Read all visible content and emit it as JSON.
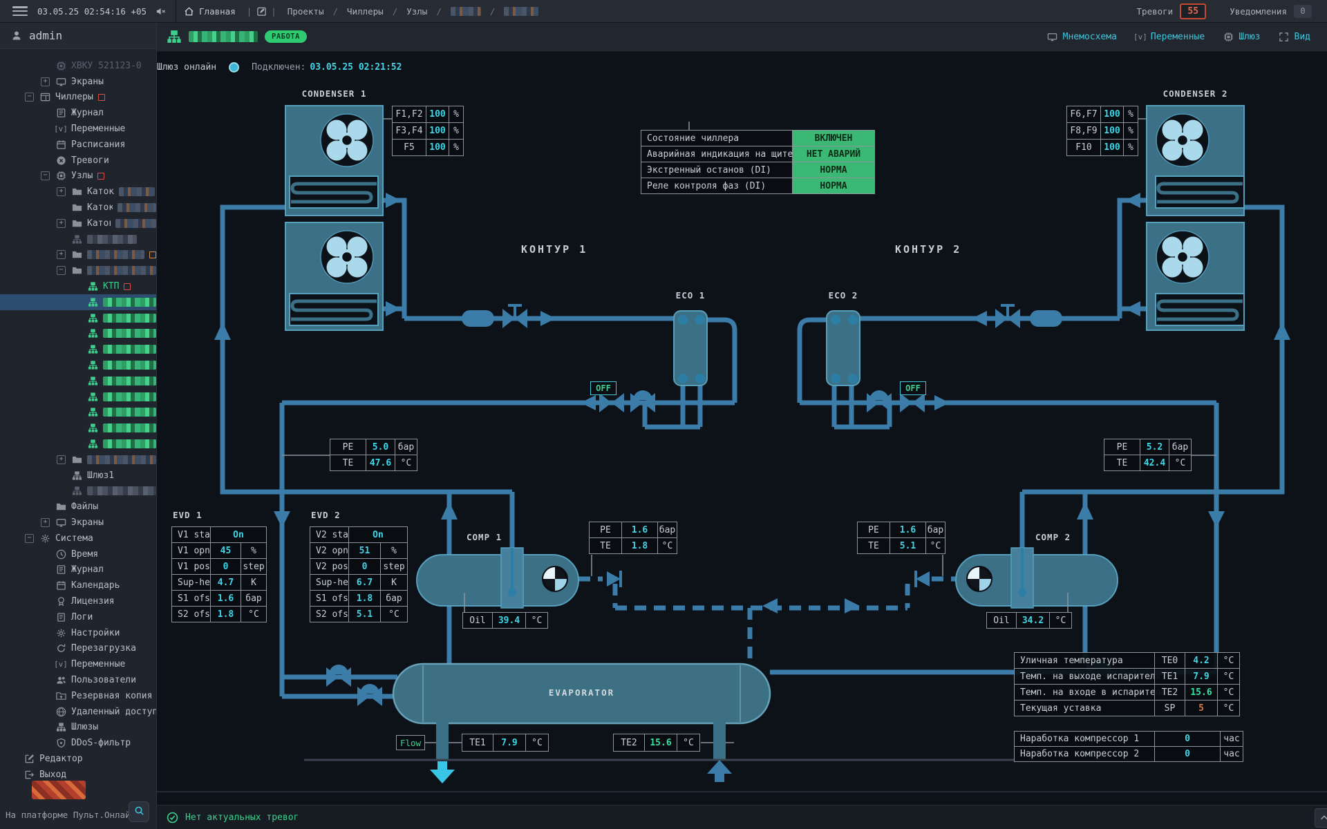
{
  "topbar": {
    "clock": "03.05.25 02:54:16 +05",
    "home": "Главная",
    "sep": "/",
    "breadcrumbs": [
      "Проекты",
      "Чиллеры",
      "Узлы"
    ],
    "redacted_crumbs": 2,
    "alarms_label": "Тревоги",
    "alarms_count": "55",
    "notifications_label": "Уведомления",
    "notifications_count": "0"
  },
  "sidebar": {
    "user": "admin",
    "platform_note": "На платформе Пульт.Онлайн",
    "tree": [
      {
        "l": "ХВКУ 521123-0",
        "i": "chip",
        "d": 2,
        "k": "dim"
      },
      {
        "l": "Экраны",
        "i": "monitor",
        "d": 2,
        "e": "+"
      },
      {
        "l": "Чиллеры",
        "i": "panel",
        "d": 1,
        "e": "-",
        "b": "r"
      },
      {
        "l": "Журнал",
        "i": "journal",
        "d": 2
      },
      {
        "l": "Переменные",
        "i": "vars",
        "d": 2
      },
      {
        "l": "Расписания",
        "i": "calendar",
        "d": 2
      },
      {
        "l": "Тревоги",
        "i": "alarm",
        "d": 2
      },
      {
        "l": "Узлы",
        "i": "chip",
        "d": 2,
        "e": "-",
        "b": "r"
      },
      {
        "l": "Каток",
        "i": "folder",
        "d": 3,
        "e": "+",
        "r": "blue",
        "w": 52
      },
      {
        "l": "Каток",
        "i": "folder",
        "d": 3,
        "r": "blue",
        "w": 60
      },
      {
        "l": "Каток",
        "i": "folder",
        "d": 3,
        "e": "+",
        "r": "blue",
        "w": 68
      },
      {
        "i": "gateway",
        "d": 3,
        "k": "dim",
        "r": "gray",
        "w": 72
      },
      {
        "i": "folder",
        "d": 3,
        "e": "+",
        "r": "blue",
        "w": 96,
        "b": "o"
      },
      {
        "i": "folder",
        "d": 3,
        "e": "-",
        "r": "blue",
        "w": 108
      },
      {
        "l": "КТП",
        "i": "gateway",
        "d": 4,
        "k": "green",
        "b": "r"
      },
      {
        "i": "gateway",
        "d": 4,
        "k": "green",
        "r": "green",
        "w": 88,
        "sel": true
      },
      {
        "i": "gateway",
        "d": 4,
        "k": "green",
        "r": "green",
        "w": 96
      },
      {
        "i": "gateway",
        "d": 4,
        "k": "green",
        "r": "green",
        "w": 84
      },
      {
        "i": "gateway",
        "d": 4,
        "k": "green",
        "r": "green",
        "w": 92
      },
      {
        "i": "gateway",
        "d": 4,
        "k": "green",
        "r": "green",
        "w": 86
      },
      {
        "i": "gateway",
        "d": 4,
        "k": "green",
        "r": "green",
        "w": 95
      },
      {
        "i": "gateway",
        "d": 4,
        "k": "green",
        "r": "green",
        "w": 89
      },
      {
        "i": "gateway",
        "d": 4,
        "k": "green",
        "r": "green",
        "w": 85
      },
      {
        "i": "gateway",
        "d": 4,
        "k": "green",
        "r": "green",
        "w": 97
      },
      {
        "i": "gateway",
        "d": 4,
        "k": "green",
        "r": "green",
        "w": 90
      },
      {
        "i": "folder",
        "d": 3,
        "e": "+",
        "r": "blue",
        "w": 116
      },
      {
        "l": "Шлюз1",
        "i": "gateway",
        "d": 3
      },
      {
        "i": "gateway",
        "d": 3,
        "k": "dim",
        "r": "gray",
        "w": 140
      },
      {
        "l": "Файлы",
        "i": "folder",
        "d": 2
      },
      {
        "l": "Экраны",
        "i": "monitor",
        "d": 2,
        "e": "+"
      },
      {
        "l": "Система",
        "i": "gear",
        "d": 1,
        "e": "-"
      },
      {
        "l": "Время",
        "i": "clock",
        "d": 2
      },
      {
        "l": "Журнал",
        "i": "journal",
        "d": 2
      },
      {
        "l": "Календарь",
        "i": "calendar",
        "d": 2
      },
      {
        "l": "Лицензия",
        "i": "license",
        "d": 2
      },
      {
        "l": "Логи",
        "i": "logs",
        "d": 2
      },
      {
        "l": "Настройки",
        "i": "gear",
        "d": 2
      },
      {
        "l": "Перезагрузка",
        "i": "reload",
        "d": 2
      },
      {
        "l": "Переменные",
        "i": "vars",
        "d": 2
      },
      {
        "l": "Пользователи",
        "i": "users",
        "d": 2
      },
      {
        "l": "Резервная копия",
        "i": "backup",
        "d": 2
      },
      {
        "l": "Удаленный доступ",
        "i": "globe",
        "d": 2
      },
      {
        "l": "Шлюзы",
        "i": "gateway",
        "d": 2
      },
      {
        "l": "DDoS-фильтр",
        "i": "ddos",
        "d": 2
      },
      {
        "l": "Редактор",
        "i": "edit",
        "d": 0
      },
      {
        "l": "Выход",
        "i": "exit",
        "d": 0
      }
    ]
  },
  "header": {
    "status_badge": "РАБОТА",
    "links": [
      {
        "label": "Мнемосхема",
        "icon": "monitor"
      },
      {
        "label": "Переменные",
        "icon": "vars"
      },
      {
        "label": "Шлюз",
        "icon": "chip"
      },
      {
        "label": "Вид",
        "icon": "view"
      }
    ]
  },
  "gateway": {
    "status": "Шлюз онлайн",
    "connected_label": "Подключен:",
    "connected_time": "03.05.25 02:21:52"
  },
  "diagram": {
    "labels": {
      "condenser1": "CONDENSER 1",
      "condenser2": "CONDENSER 2",
      "contour1": "КОНТУР 1",
      "contour2": "КОНТУР 2",
      "eco1": "ECO 1",
      "eco2": "ECO 2",
      "off1": "OFF",
      "off2": "OFF",
      "evd1": "EVD 1",
      "evd2": "EVD 2",
      "comp1": "COMP 1",
      "comp2": "COMP 2",
      "evaporator": "EVAPORATOR",
      "flow": "Flow"
    },
    "fan1": [
      [
        "F1,F2",
        "100",
        "%"
      ],
      [
        "F3,F4",
        "100",
        "%"
      ],
      [
        "F5",
        "100",
        "%"
      ]
    ],
    "fan2": [
      [
        "F6,F7",
        "100",
        "%"
      ],
      [
        "F8,F9",
        "100",
        "%"
      ],
      [
        "F10",
        "100",
        "%"
      ]
    ],
    "status_table": [
      [
        "Состояние чиллера",
        "ВКЛЮЧЕН"
      ],
      [
        "Аварийная индикация на щите",
        "НЕТ АВАРИЙ"
      ],
      [
        "Экстренный останов (DI)",
        "НОРМА"
      ],
      [
        "Реле контроля фаз (DI)",
        "НОРМА"
      ]
    ],
    "pe_te_1": [
      [
        "PE",
        "5.0",
        "бар"
      ],
      [
        "TE",
        "47.6",
        "°C"
      ]
    ],
    "pe_te_2": [
      [
        "PE",
        "5.2",
        "бар"
      ],
      [
        "TE",
        "42.4",
        "°C"
      ]
    ],
    "suction1": [
      [
        "PE",
        "1.6",
        "бар"
      ],
      [
        "TE",
        "1.8",
        "°C"
      ]
    ],
    "suction2": [
      [
        "PE",
        "1.6",
        "бар"
      ],
      [
        "TE",
        "5.1",
        "°C"
      ]
    ],
    "evd1_rows": [
      [
        "V1 sta",
        "On",
        null
      ],
      [
        "V1 opn",
        "45",
        "%"
      ],
      [
        "V1 pos",
        "0",
        "step"
      ],
      [
        "Sup-he",
        "4.7",
        "K"
      ],
      [
        "S1 ofs",
        "1.6",
        "бар"
      ],
      [
        "S2 ofs",
        "1.8",
        "°C"
      ]
    ],
    "evd2_rows": [
      [
        "V2 sta",
        "On",
        null
      ],
      [
        "V2 opn",
        "51",
        "%"
      ],
      [
        "V2 pos",
        "0",
        "step"
      ],
      [
        "Sup-he",
        "6.7",
        "K"
      ],
      [
        "S1 ofs",
        "1.8",
        "бар"
      ],
      [
        "S2 ofs",
        "5.1",
        "°C"
      ]
    ],
    "oil1": [
      [
        "Oil",
        "39.4",
        "°C"
      ]
    ],
    "oil2": [
      [
        "Oil",
        "34.2",
        "°C"
      ]
    ],
    "te1": [
      [
        "TE1",
        "7.9",
        "°C"
      ]
    ],
    "te2": [
      [
        "TE2",
        "15.6",
        "°C"
      ]
    ],
    "temps": [
      [
        "Уличная температура",
        "TE0",
        "4.2",
        "°C"
      ],
      [
        "Темп. на выходе испарителя",
        "TE1",
        "7.9",
        "°C"
      ],
      [
        "Темп. на входе в испаритель",
        "TE2",
        "15.6",
        "°C"
      ],
      [
        "Текущая уставка",
        "SP",
        "5",
        "°C"
      ]
    ],
    "hours": [
      [
        "Наработка компрессор 1",
        "0",
        "час"
      ],
      [
        "Наработка компрессор 2",
        "0",
        "час"
      ]
    ],
    "cell_overrides": {
      "te2:0,1": "c-green",
      "temps:2,2": "c-green",
      "temps:3,2": "c-orange"
    }
  },
  "statusbar": {
    "message": "Нет актуальных тревог"
  }
}
